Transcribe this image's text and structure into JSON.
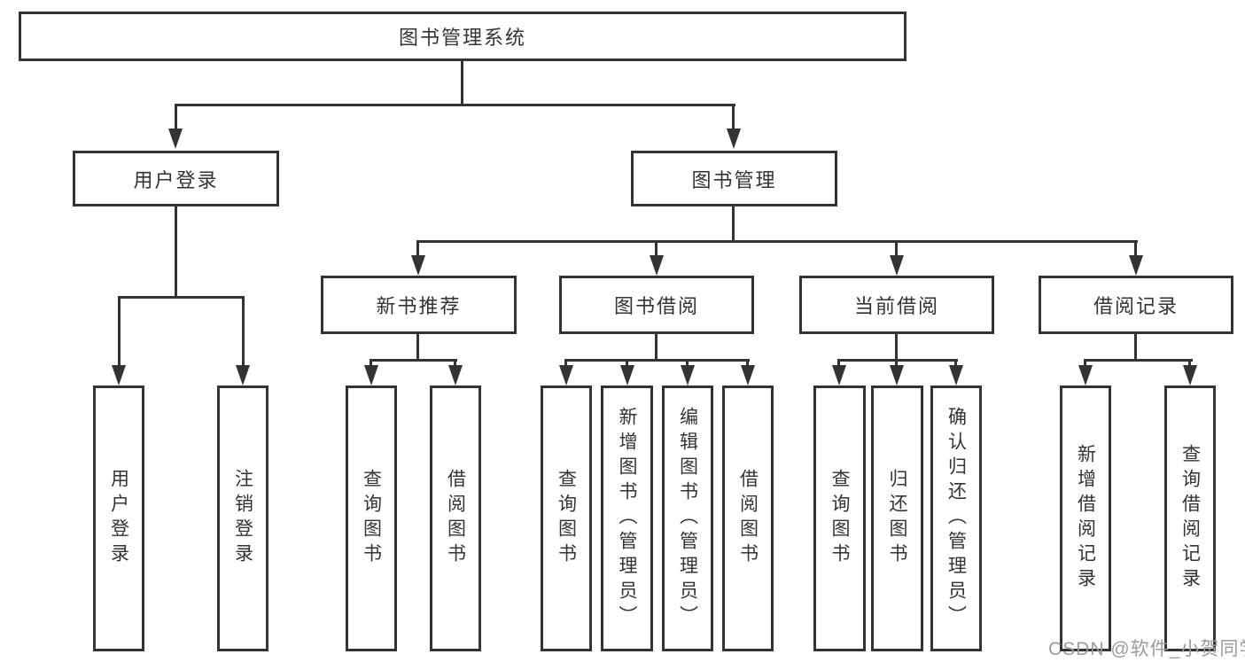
{
  "diagram": {
    "type": "tree",
    "root": "图书管理系统",
    "branches": [
      {
        "label": "用户登录",
        "children": [
          "用户登录",
          "注销登录"
        ]
      },
      {
        "label": "图书管理",
        "children": [
          {
            "label": "新书推荐",
            "children": [
              "查询图书",
              "借阅图书"
            ]
          },
          {
            "label": "图书借阅",
            "children": [
              "查询图书",
              "新增图书（管理员）",
              "编辑图书（管理员）",
              "借阅图书"
            ]
          },
          {
            "label": "当前借阅",
            "children": [
              "查询图书",
              "归还图书",
              "确认归还（管理员）"
            ]
          },
          {
            "label": "借阅记录",
            "children": [
              "新增借阅记录",
              "查询借阅记录"
            ]
          }
        ]
      }
    ]
  },
  "watermark": {
    "text": "CSDN @软件_小贺同学"
  },
  "colors": {
    "line": "#333333",
    "box_border": "#333333",
    "text": "#333333",
    "watermark": "#9c9c9c",
    "background": "#ffffff"
  }
}
